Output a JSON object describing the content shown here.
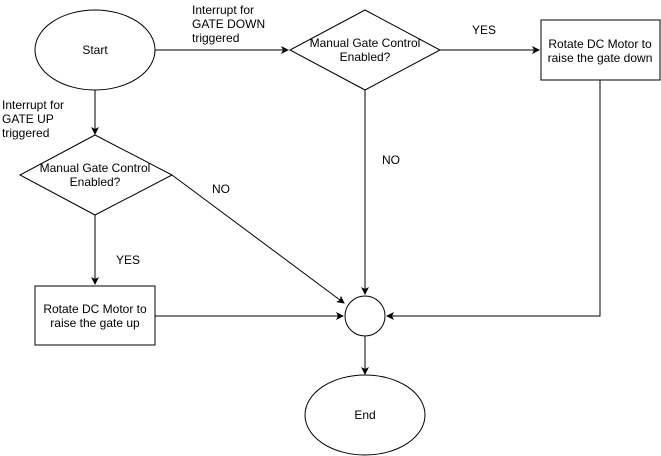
{
  "nodes": {
    "start": "Start",
    "end": "End",
    "decision_down": [
      "Manual Gate Control",
      "Enabled?"
    ],
    "decision_up": [
      "Manual Gate Control",
      "Enabled?"
    ],
    "process_down": [
      "Rotate DC Motor to",
      "raise the gate down"
    ],
    "process_up": [
      "Rotate DC Motor to",
      "raise the gate up"
    ]
  },
  "edge_labels": {
    "interrupt_down": [
      "Interrupt for",
      "GATE DOWN",
      "triggered"
    ],
    "interrupt_up": [
      "Interrupt for",
      "GATE UP",
      "triggered"
    ],
    "yes_down": "YES",
    "no_down": "NO",
    "yes_up": "YES",
    "no_up": "NO"
  },
  "colors": {
    "stroke": "#000000",
    "fill": "#ffffff",
    "text": "#000000"
  }
}
